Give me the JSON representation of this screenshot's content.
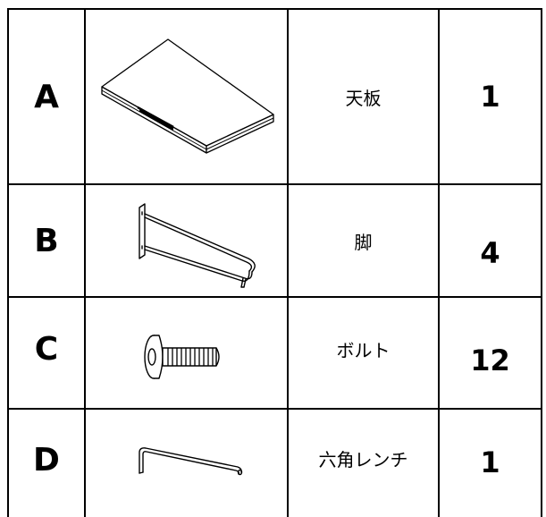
{
  "parts": [
    {
      "letter": "A",
      "name": "天板",
      "quantity": "1",
      "icon": "tabletop-icon"
    },
    {
      "letter": "B",
      "name": "脚",
      "quantity": "4",
      "icon": "hairpin-leg-icon"
    },
    {
      "letter": "C",
      "name": "ボルト",
      "quantity": "12",
      "icon": "bolt-icon"
    },
    {
      "letter": "D",
      "name": "六角レンチ",
      "quantity": "1",
      "icon": "hex-wrench-icon"
    }
  ],
  "colors": {
    "line": "#000000",
    "background": "#ffffff"
  }
}
